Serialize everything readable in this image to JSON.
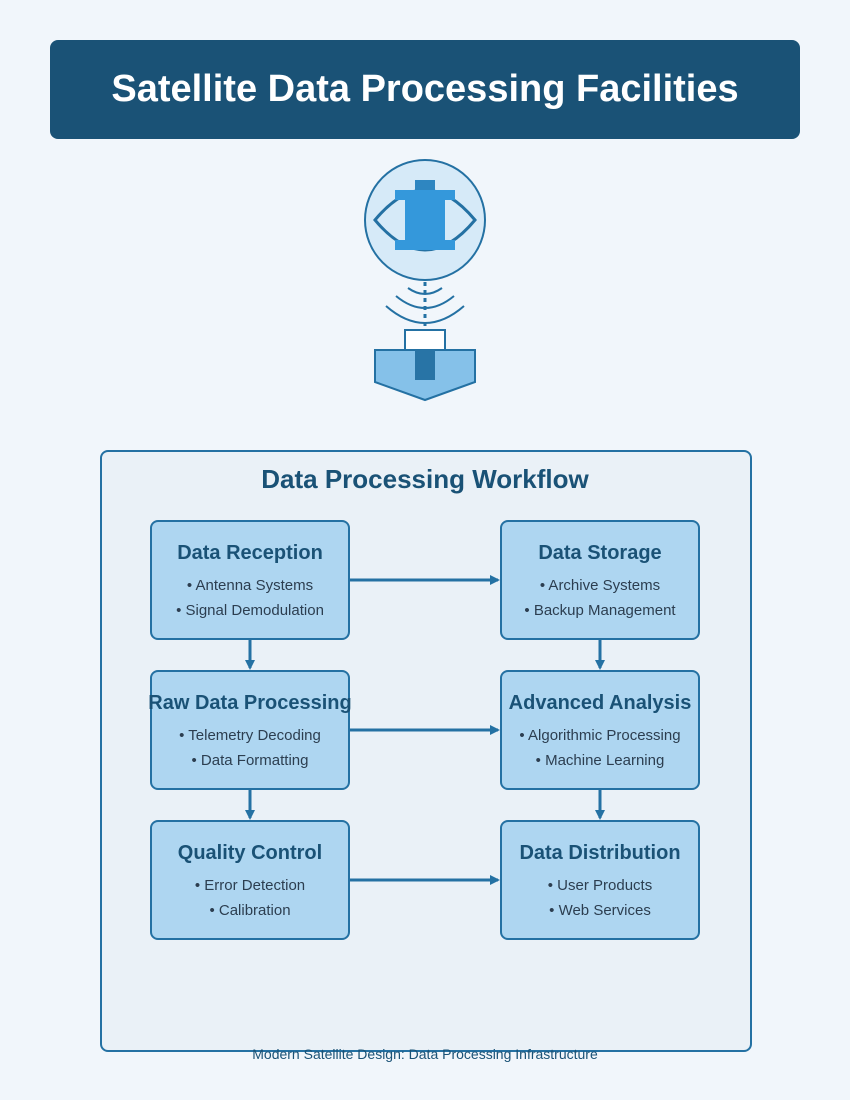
{
  "header": {
    "title": "Satellite Data Processing Facilities"
  },
  "workflow": {
    "title": "Data Processing Workflow",
    "nodes": [
      {
        "id": "reception",
        "title": "Data Reception",
        "bullets": [
          "• Antenna Systems",
          "• Signal Demodulation"
        ]
      },
      {
        "id": "storage",
        "title": "Data Storage",
        "bullets": [
          "• Archive Systems",
          "• Backup Management"
        ]
      },
      {
        "id": "raw",
        "title": "Raw Data Processing",
        "bullets": [
          "• Telemetry Decoding",
          "• Data Formatting"
        ]
      },
      {
        "id": "analysis",
        "title": "Advanced Analysis",
        "bullets": [
          "• Algorithmic Processing",
          "• Machine Learning"
        ]
      },
      {
        "id": "quality",
        "title": "Quality Control",
        "bullets": [
          "• Error Detection",
          "• Calibration"
        ]
      },
      {
        "id": "distribution",
        "title": "Data Distribution",
        "bullets": [
          "• User Products",
          "• Web Services"
        ]
      }
    ],
    "edges": [
      [
        "reception",
        "storage"
      ],
      [
        "reception",
        "raw"
      ],
      [
        "storage",
        "analysis"
      ],
      [
        "raw",
        "analysis"
      ],
      [
        "raw",
        "quality"
      ],
      [
        "analysis",
        "distribution"
      ],
      [
        "quality",
        "distribution"
      ]
    ]
  },
  "footer": {
    "caption": "Modern Satellite Design: Data Processing Infrastructure"
  },
  "colors": {
    "primary": "#1a5276",
    "accent": "#2471a3",
    "node_fill": "#aed6f1",
    "panel_fill": "#eaf1f7",
    "background": "#f1f6fb"
  },
  "icons": [
    "satellite-icon",
    "signal-waves-icon",
    "ground-station-icon"
  ]
}
